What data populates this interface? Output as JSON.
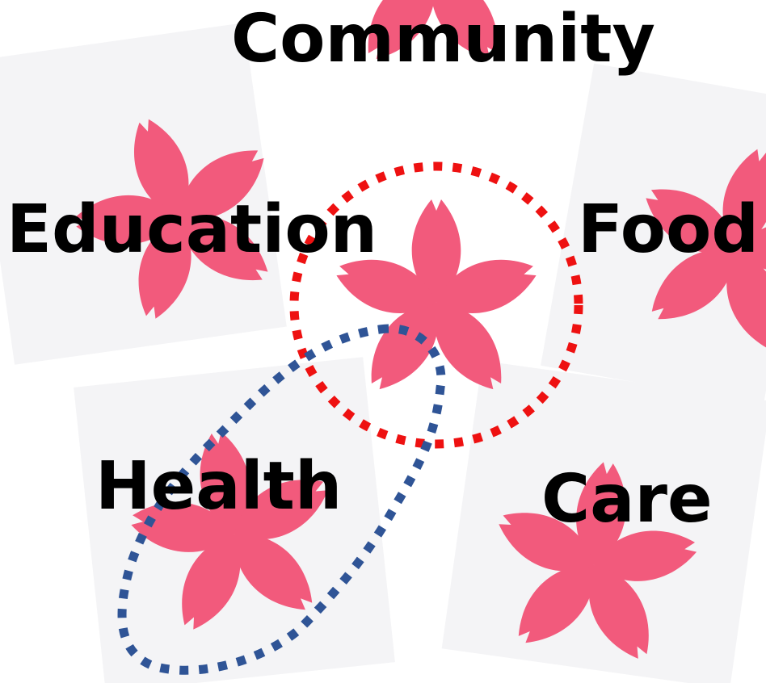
{
  "labels": {
    "community": "Community",
    "education": "Education",
    "food": "Food",
    "health": "Health",
    "care": "Care"
  },
  "colors": {
    "petal": "#f25a7c",
    "tile": "#f4f4f6",
    "red_ring": "#ee1111",
    "blue_ring": "#2f5496",
    "text": "#000000"
  },
  "icons": [
    "sakura-blossom-icon"
  ]
}
